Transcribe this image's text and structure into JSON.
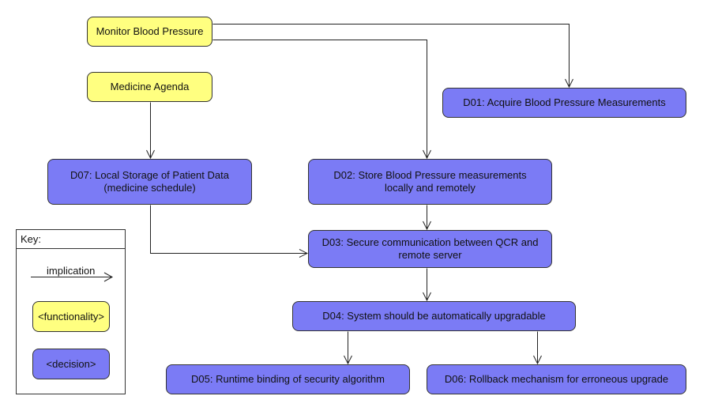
{
  "nodes": {
    "monitor_bp": "Monitor Blood Pressure",
    "medicine_agenda": "Medicine Agenda",
    "d01": "D01: Acquire Blood Pressure Measurements",
    "d02": "D02: Store Blood Pressure measurements\nlocally and remotely",
    "d03": "D03: Secure communication between QCR and\nremote server",
    "d04": "D04: System should be automatically upgradable",
    "d05": "D05: Runtime binding of security algorithm",
    "d06": "D06: Rollback mechanism for erroneous upgrade",
    "d07": "D07: Local Storage of Patient Data\n(medicine schedule)"
  },
  "key": {
    "title": "Key:",
    "implication": "implication",
    "functionality": "<functionality>",
    "decision": "<decision>"
  },
  "edges": [
    {
      "from": "Monitor Blood Pressure",
      "to": "D01: Acquire Blood Pressure Measurements"
    },
    {
      "from": "Monitor Blood Pressure",
      "to": "D02: Store Blood Pressure measurements locally and remotely"
    },
    {
      "from": "Medicine Agenda",
      "to": "D07: Local Storage of Patient Data (medicine schedule)"
    },
    {
      "from": "D07: Local Storage of Patient Data (medicine schedule)",
      "to": "D03: Secure communication between QCR and remote server"
    },
    {
      "from": "D02: Store Blood Pressure measurements locally and remotely",
      "to": "D03: Secure communication between QCR and remote server"
    },
    {
      "from": "D03: Secure communication between QCR and remote server",
      "to": "D04: System should be automatically upgradable"
    },
    {
      "from": "D04: System should be automatically upgradable",
      "to": "D05: Runtime binding of security algorithm"
    },
    {
      "from": "D04: System should be automatically upgradable",
      "to": "D06: Rollback mechanism for erroneous upgrade"
    }
  ],
  "colors": {
    "functionality": "#ffff80",
    "decision": "#7b7bf5",
    "line": "#222222"
  }
}
